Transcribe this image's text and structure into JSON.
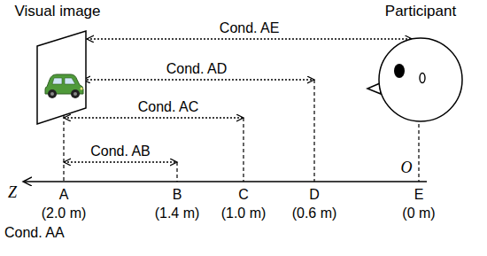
{
  "diagram": {
    "nodes": [
      {
        "text": [
          "Visual image"
        ]
      },
      {
        "text": [
          "Participant"
        ]
      }
    ],
    "edges": [
      {
        "from": 0,
        "to": 1,
        "arrow": "both",
        "label": "Cond. AE"
      }
    ],
    "labels": [
      "Cond. AD",
      "Cond. AC",
      "Cond. AB",
      "Z",
      "A",
      "B",
      "C",
      "D",
      "E",
      "(2.0 m)",
      "(1.4 m)",
      "(1.0 m)",
      "(0.6 m)",
      "(0 m)",
      "Cond. AA",
      "O"
    ]
  }
}
